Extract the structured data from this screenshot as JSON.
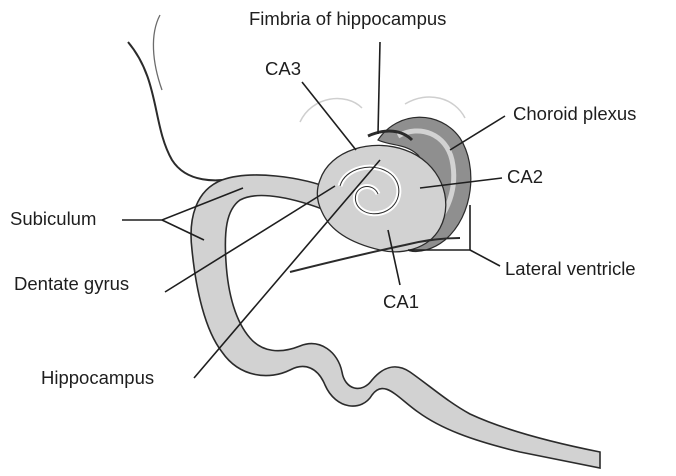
{
  "diagram": {
    "colors": {
      "tissue": "#d2d2d2",
      "tissue_dark": "#8f8f8f",
      "outline": "#2b2b2b",
      "leader": "#1e1e1e",
      "background": "#ffffff"
    },
    "labels": {
      "fimbria": "Fimbria of hippocampus",
      "ca3": "CA3",
      "choroid_plexus": "Choroid plexus",
      "ca2": "CA2",
      "subiculum": "Subiculum",
      "lateral_ventricle": "Lateral ventricle",
      "dentate_gyrus": "Dentate gyrus",
      "ca1": "CA1",
      "hippocampus": "Hippocampus"
    }
  }
}
